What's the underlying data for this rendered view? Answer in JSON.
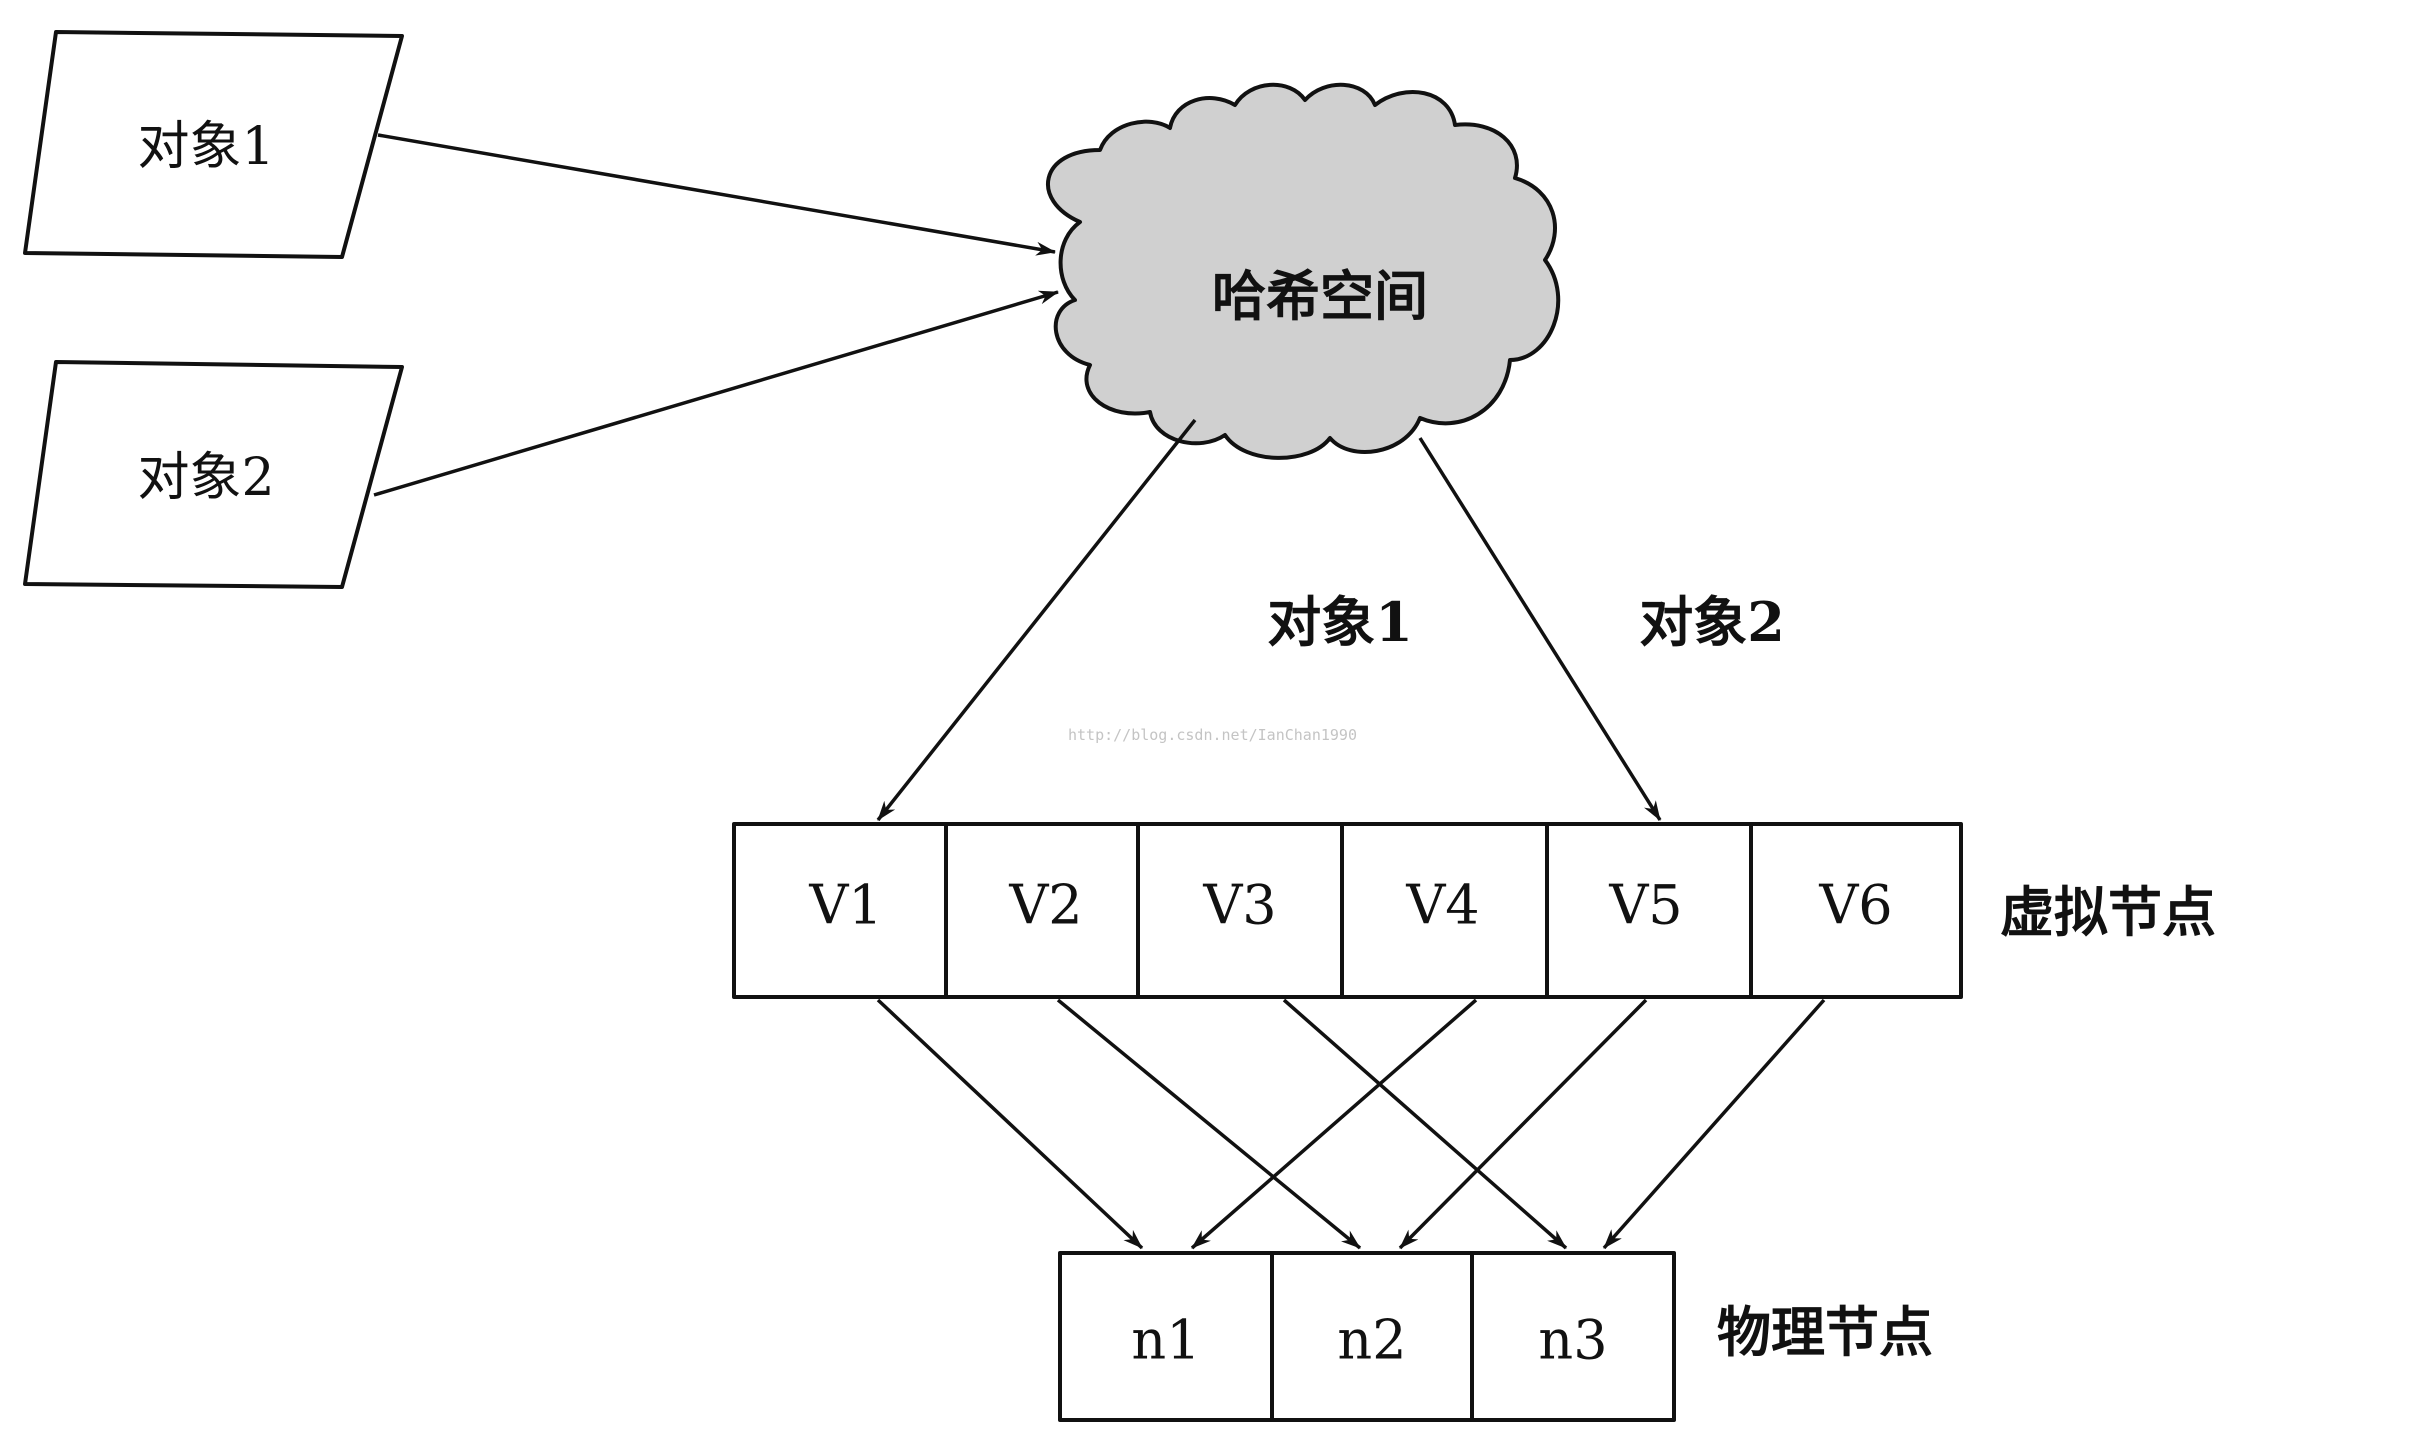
{
  "objects": [
    {
      "id": "obj1",
      "label": "对象1"
    },
    {
      "id": "obj2",
      "label": "对象2"
    }
  ],
  "hash_space": {
    "label": "哈希空间"
  },
  "edge_labels": {
    "to_v1": "对象1",
    "to_v5": "对象2"
  },
  "virtual_nodes": {
    "label": "虚拟节点",
    "items": [
      "V1",
      "V2",
      "V3",
      "V4",
      "V5",
      "V6"
    ]
  },
  "physical_nodes": {
    "label": "物理节点",
    "items": [
      "n1",
      "n2",
      "n3"
    ]
  },
  "mapping": [
    {
      "from": "V1",
      "to": "n1"
    },
    {
      "from": "V2",
      "to": "n2"
    },
    {
      "from": "V3",
      "to": "n3"
    },
    {
      "from": "V4",
      "to": "n1"
    },
    {
      "from": "V5",
      "to": "n2"
    },
    {
      "from": "V6",
      "to": "n3"
    }
  ],
  "colors": {
    "cloud_fill": "#d0d0d0",
    "stroke": "#111111",
    "watermark": "#c4c4c4"
  },
  "watermark": "http://blog.csdn.net/IanChan1990"
}
